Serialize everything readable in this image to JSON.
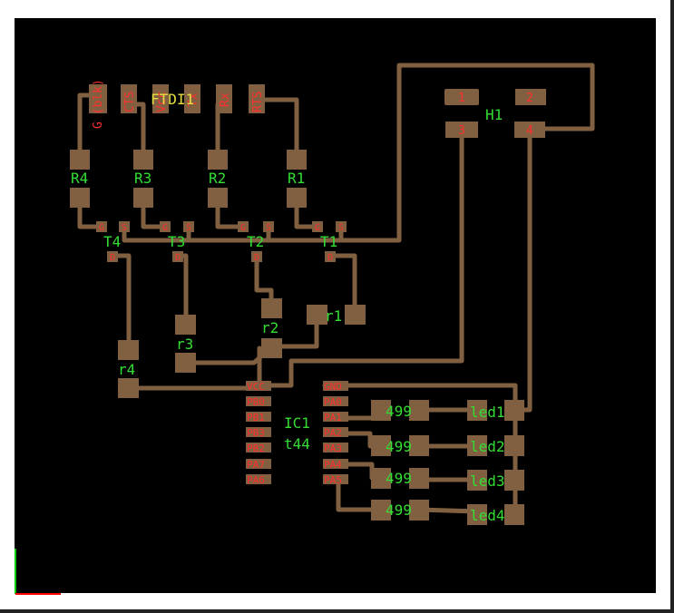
{
  "colors": {
    "background": "#ffffff",
    "board": "#000000",
    "trace": "#806040",
    "pad": "#806040",
    "label_green": "#33dd33",
    "label_red": "#ff3030",
    "label_yellow": "#e8e040",
    "axis_x": "#ff0000",
    "axis_y": "#00cc00"
  },
  "ftdi": {
    "name": "FTDI1",
    "pins": [
      "G (blk)",
      "CTS",
      "Vcc",
      "Tx",
      "Rx",
      "RTS"
    ]
  },
  "header": {
    "name": "H1",
    "pins": [
      "1",
      "2",
      "3",
      "4"
    ]
  },
  "resistors": [
    "R4",
    "R3",
    "R2",
    "R1"
  ],
  "transistors": [
    "T4",
    "T3",
    "T2",
    "T1"
  ],
  "transistor_pins": {
    "g": "G",
    "s": "S",
    "d": "D"
  },
  "small_resistors": [
    "r4",
    "r3",
    "r2",
    "r1"
  ],
  "ic": {
    "name": "IC1",
    "part": "t44",
    "left_pins": [
      "VCC",
      "PB0",
      "PB1",
      "PB3",
      "PB2",
      "PA7",
      "PA6"
    ],
    "right_pins": [
      "GND",
      "PA0",
      "PA1",
      "PA2",
      "PA3",
      "PA4",
      "PA5"
    ]
  },
  "led_resistors": [
    "499",
    "499",
    "499",
    "499"
  ],
  "leds": [
    "led1",
    "led2",
    "led3",
    "led4"
  ]
}
